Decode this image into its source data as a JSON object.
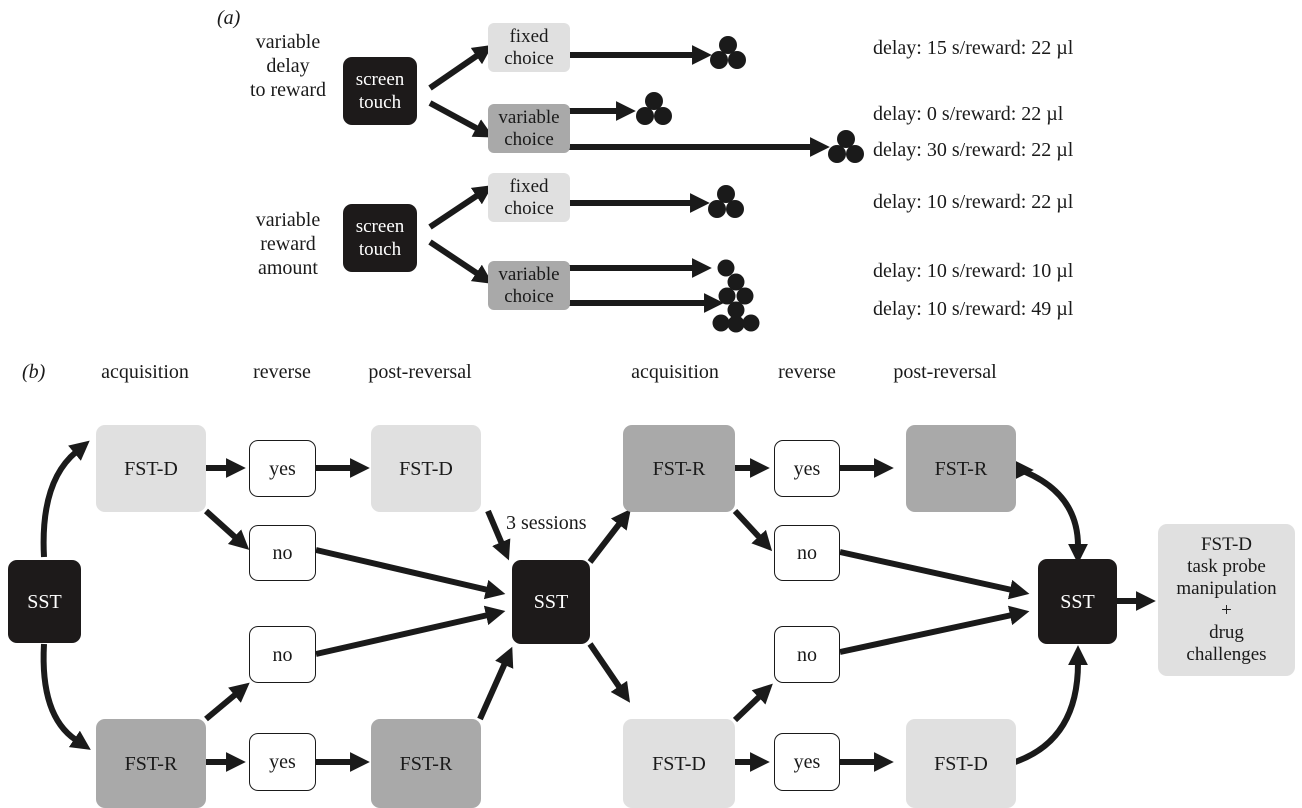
{
  "panel_a": {
    "label": "(a)",
    "row1_title": "variable\ndelay\nto reward",
    "row2_title": "variable\nreward\namount",
    "screen_touch": "screen\ntouch",
    "fixed_choice": "fixed\nchoice",
    "variable_choice": "variable\nchoice",
    "outcomes": [
      "delay: 15 s/reward: 22 µl",
      "delay: 0 s/reward: 22 µl",
      "delay: 30 s/reward: 22 µl",
      "delay: 10 s/reward: 22 µl",
      "delay: 10 s/reward: 10 µl",
      "delay: 10 s/reward: 49 µl"
    ]
  },
  "panel_b": {
    "label": "(b)",
    "headers": [
      "acquisition",
      "reverse",
      "post-reversal",
      "acquisition",
      "reverse",
      "post-reversal"
    ],
    "sst": "SST",
    "fst_d": "FST-D",
    "fst_r": "FST-R",
    "yes": "yes",
    "no": "no",
    "sessions": "3 sessions",
    "final_box": "FST-D\ntask probe\nmanipulation\n+\ndrug\nchallenges"
  },
  "colors": {
    "dark": "#1d1a1a",
    "light": "#e0e0e0",
    "mid": "#a9a9a9",
    "arrow": "#1a1a1a"
  }
}
